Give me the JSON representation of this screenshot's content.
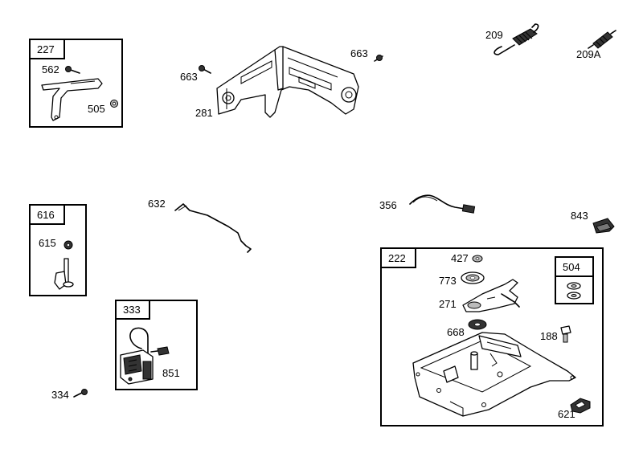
{
  "kits": {
    "k227": "227",
    "k616": "616",
    "k333": "333",
    "k222": "222",
    "k504": "504"
  },
  "parts": {
    "p562": "562",
    "p505": "505",
    "p663a": "663",
    "p281": "281",
    "p663b": "663",
    "p209": "209",
    "p209A": "209A",
    "p615": "615",
    "p632": "632",
    "p356": "356",
    "p843": "843",
    "p427": "427",
    "p773": "773",
    "p271": "271",
    "p668": "668",
    "p188": "188",
    "p621": "621",
    "p851": "851",
    "p334": "334"
  }
}
